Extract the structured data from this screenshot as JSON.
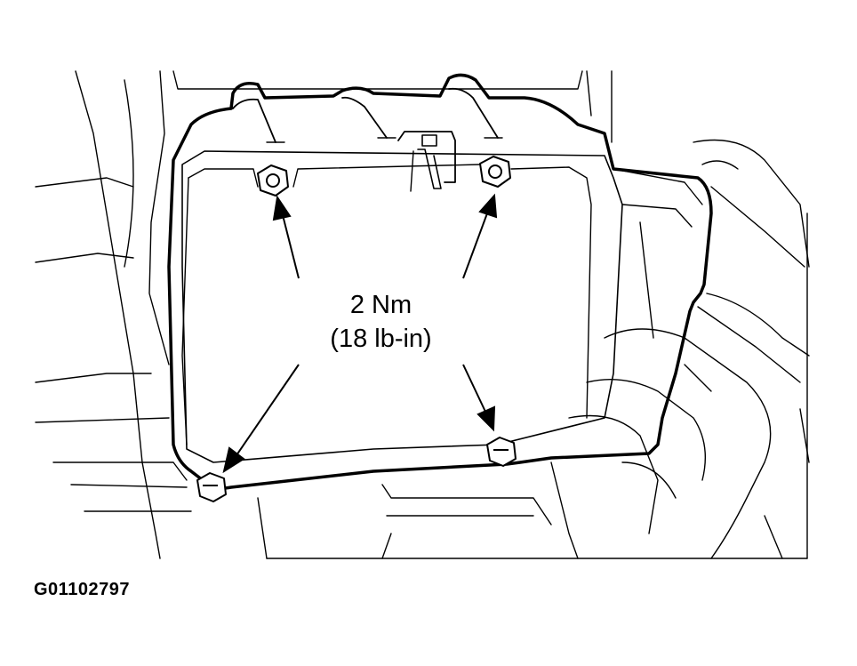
{
  "torque_callout": {
    "value_metric": "2 Nm",
    "value_imperial": "(18 lb-in)"
  },
  "figure_id": "G01102797",
  "colors": {
    "ink": "#000000",
    "paper": "#ffffff"
  }
}
